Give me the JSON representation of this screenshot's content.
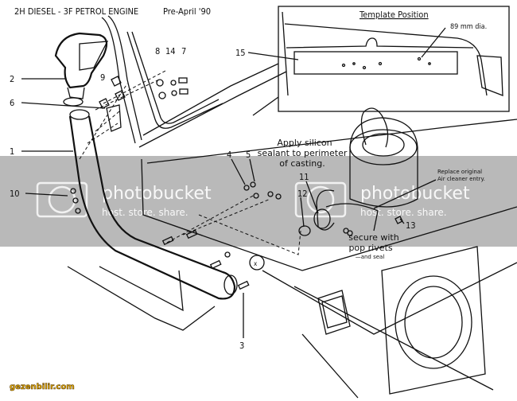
{
  "title": {
    "engine": "2H DIESEL - 3F PETROL ENGINE",
    "date": "Pre-April '90"
  },
  "template": {
    "heading": "Template Position",
    "hole_note": "89 mm dia."
  },
  "part_labels": {
    "p1": "1",
    "p2": "2",
    "p3": "3",
    "p4": "4",
    "p5": "5",
    "p6": "6",
    "p7": "7",
    "p8": "8",
    "p9": "9",
    "p10": "10",
    "p11": "11",
    "p12": "12",
    "p13": "13",
    "p14": "14",
    "p15": "15"
  },
  "notes": {
    "silicon": [
      "Apply silicon",
      "sealant to perimeter",
      "of casting."
    ],
    "rivets": [
      "secure with",
      "pop rivets",
      "—and seal"
    ],
    "replace": [
      "Replace original",
      "Air cleaner entry."
    ],
    "marker": "x"
  },
  "watermark": {
    "brand": "photobucket",
    "tagline": "host. store. share."
  },
  "logo": "gezenbilir.com",
  "colors": {
    "line": "#111111",
    "watermark_band": "#808080",
    "logo": "#f1b70c"
  }
}
